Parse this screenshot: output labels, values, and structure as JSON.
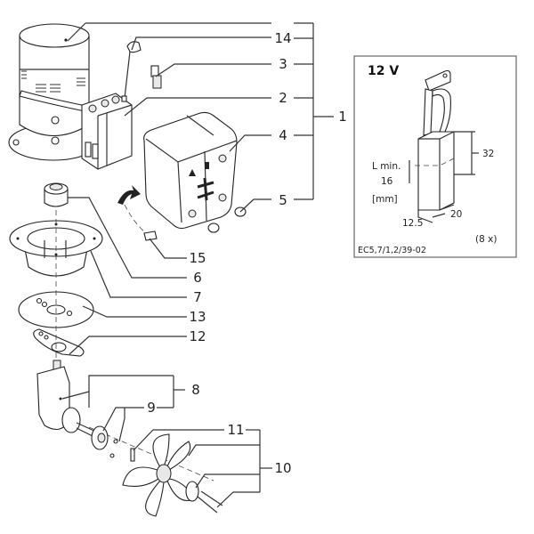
{
  "diagram": {
    "type": "exploded-parts-view",
    "callouts": [
      {
        "id": "14",
        "label": "14"
      },
      {
        "id": "3",
        "label": "3"
      },
      {
        "id": "2",
        "label": "2"
      },
      {
        "id": "4",
        "label": "4"
      },
      {
        "id": "5",
        "label": "5"
      },
      {
        "id": "1",
        "label": "1"
      },
      {
        "id": "15",
        "label": "15"
      },
      {
        "id": "6",
        "label": "6"
      },
      {
        "id": "7",
        "label": "7"
      },
      {
        "id": "13",
        "label": "13"
      },
      {
        "id": "12",
        "label": "12"
      },
      {
        "id": "8",
        "label": "8"
      },
      {
        "id": "9",
        "label": "9"
      },
      {
        "id": "11",
        "label": "11"
      },
      {
        "id": "10",
        "label": "10"
      }
    ],
    "groups": [
      {
        "label": "1",
        "members": [
          "14",
          "3",
          "2",
          "4",
          "5"
        ]
      },
      {
        "label": "8",
        "members": [
          "9"
        ]
      },
      {
        "label": "10",
        "members": [
          "11"
        ]
      }
    ]
  },
  "inset": {
    "title": "12 V",
    "dim_height": "32",
    "lmin_label": "L min.",
    "lmin_value": "16",
    "unit": "[mm]",
    "dim_width": "12.5",
    "dim_depth": "20",
    "quantity": "(8 x)",
    "code": "EC5,7/1,2/39-02"
  }
}
